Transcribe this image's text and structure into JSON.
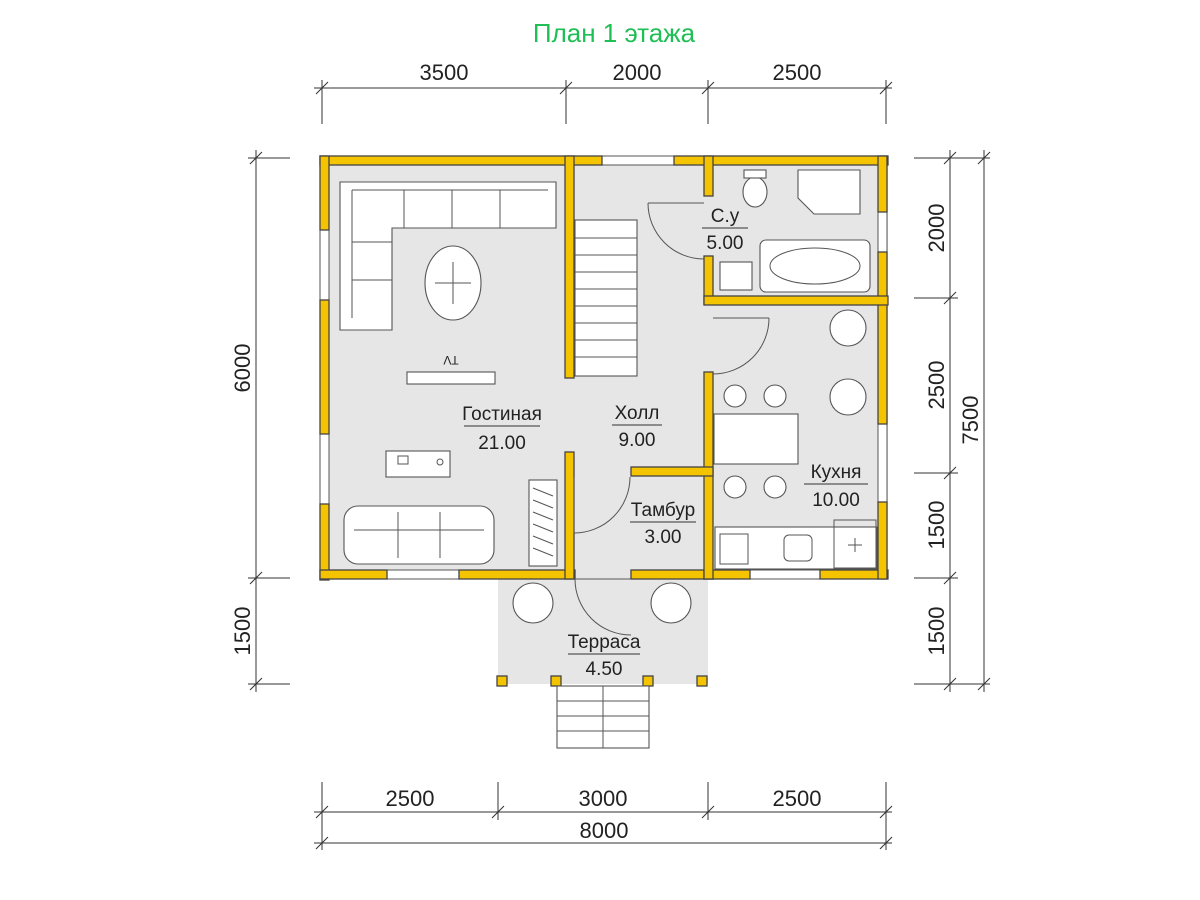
{
  "title": "План 1 этажа",
  "colors": {
    "title": "#1fbf55",
    "wall": "#f5c400",
    "floor": "#e6e6e6"
  },
  "dims": {
    "top": [
      "3500",
      "2000",
      "2500"
    ],
    "bottom": [
      "2500",
      "3000",
      "2500"
    ],
    "bottom_total": "8000",
    "left": [
      "6000",
      "1500"
    ],
    "right": [
      "2000",
      "2500",
      "1500",
      "1500"
    ],
    "right_total": "7500"
  },
  "rooms": [
    {
      "name": "Гостиная",
      "area": "21.00"
    },
    {
      "name": "Холл",
      "area": "9.00"
    },
    {
      "name": "С.у",
      "area": "5.00"
    },
    {
      "name": "Кухня",
      "area": "10.00"
    },
    {
      "name": "Тамбур",
      "area": "3.00"
    },
    {
      "name": "Терраса",
      "area": "4.50"
    }
  ],
  "tv_label": "TV"
}
